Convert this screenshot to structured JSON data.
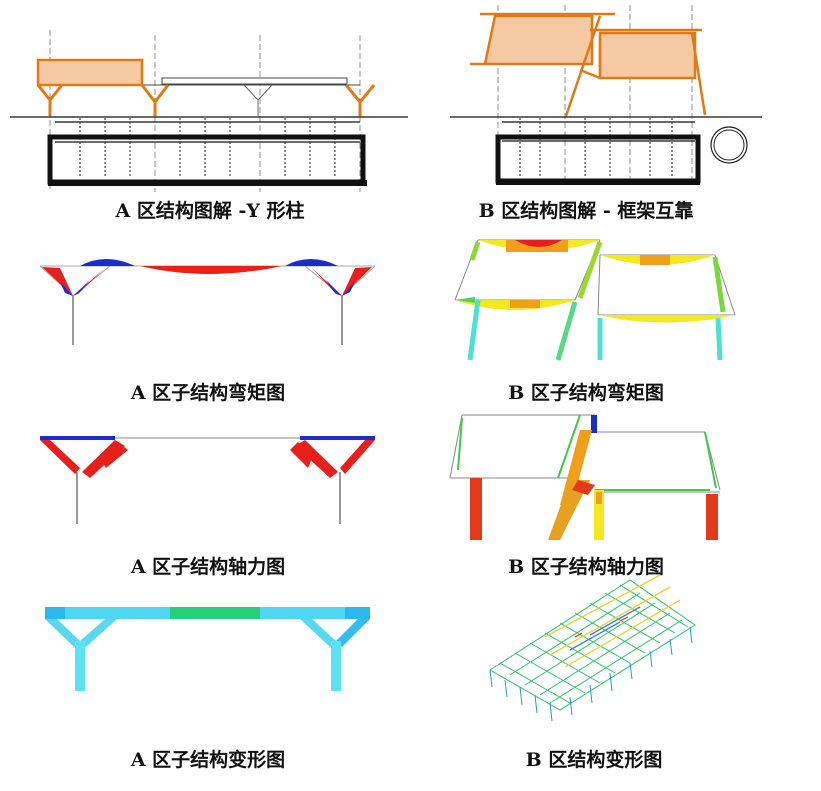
{
  "captions": {
    "a_structure": "A 区结构图解 -Y 形柱",
    "b_structure": "B 区结构图解 - 框架互靠",
    "a_moment": "A 区子结构弯矩图",
    "b_moment": "B 区子结构弯矩图",
    "a_axial": "A 区子结构轴力图",
    "b_axial": "B 区子结构轴力图",
    "a_deform": "A 区子结构变形图",
    "b_deform": "B 区结构变形图"
  },
  "colors": {
    "orange_frame": "#e07a17",
    "orange_fill": "#f5c9a3",
    "moment_red": "#e8201c",
    "moment_blue": "#1a2ccc",
    "axial_red": "#e23a1a",
    "deform_cyan": "#4fe3f0",
    "deform_green": "#22d17a"
  }
}
